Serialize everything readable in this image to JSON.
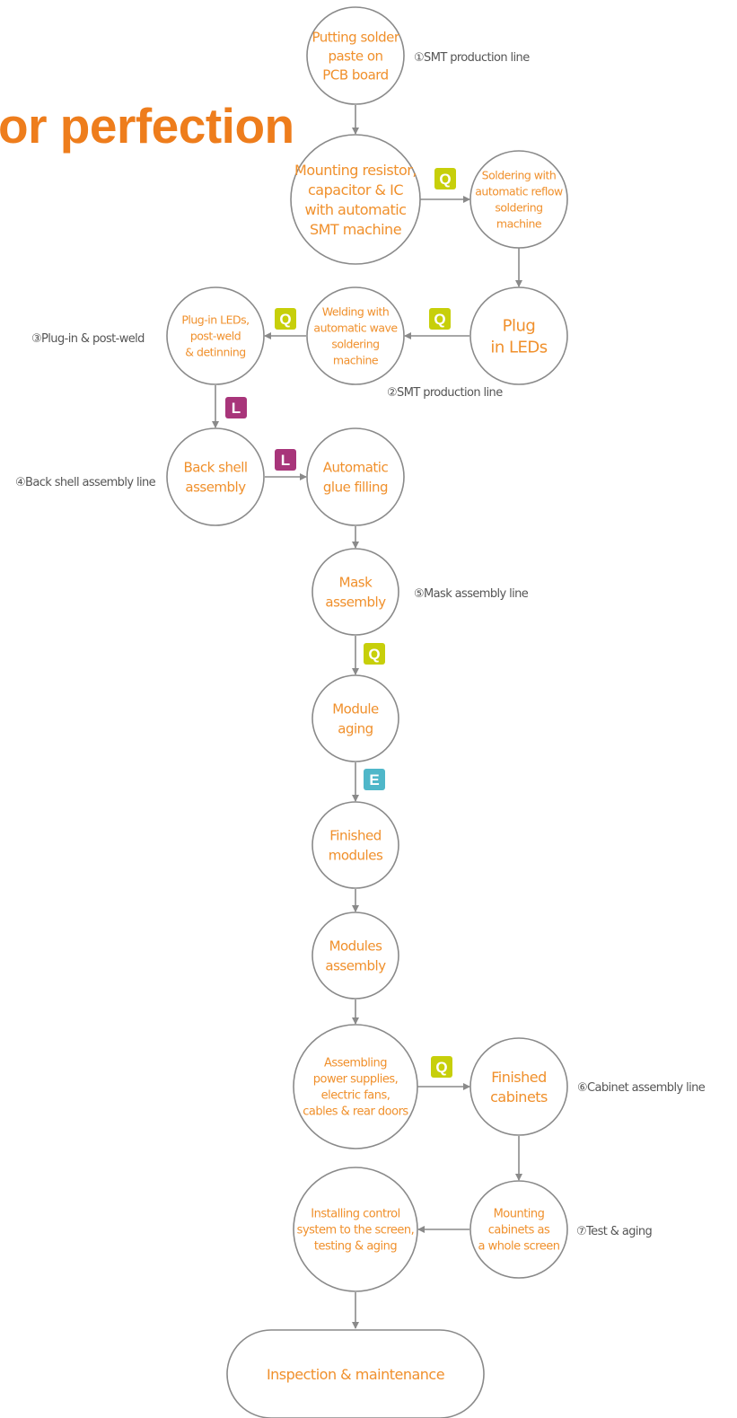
{
  "title": "or perfection",
  "colors": {
    "accent": "#ee7d1c",
    "node_text": "#f0902c",
    "stroke": "#8a8a8a",
    "badge_Q": "#c7cf0a",
    "badge_L": "#a8357a",
    "badge_E": "#4fb7c9"
  },
  "nodes": [
    {
      "id": "n1",
      "lines": [
        "Putting solder",
        "paste on",
        "PCB board"
      ]
    },
    {
      "id": "n2",
      "lines": [
        "Mounting resistor,",
        "capacitor & IC",
        "with automatic",
        "SMT machine"
      ]
    },
    {
      "id": "n3",
      "lines": [
        "Soldering with",
        "automatic reflow",
        "soldering",
        "machine"
      ]
    },
    {
      "id": "n4",
      "lines": [
        "Plug",
        "in LEDs"
      ]
    },
    {
      "id": "n5",
      "lines": [
        "Welding with",
        "automatic wave",
        "soldering",
        "machine"
      ]
    },
    {
      "id": "n6",
      "lines": [
        "Plug-in LEDs,",
        "post-weld",
        "& detinning"
      ]
    },
    {
      "id": "n7",
      "lines": [
        "Back shell",
        "assembly"
      ]
    },
    {
      "id": "n8",
      "lines": [
        "Automatic",
        "glue filling"
      ]
    },
    {
      "id": "n9",
      "lines": [
        "Mask",
        "assembly"
      ]
    },
    {
      "id": "n10",
      "lines": [
        "Module",
        "aging"
      ]
    },
    {
      "id": "n11",
      "lines": [
        "Finished",
        "modules"
      ]
    },
    {
      "id": "n12",
      "lines": [
        "Modules",
        "assembly"
      ]
    },
    {
      "id": "n13",
      "lines": [
        "Assembling",
        "power supplies,",
        "electric fans,",
        "cables & rear doors"
      ]
    },
    {
      "id": "n14",
      "lines": [
        "Finished",
        "cabinets"
      ]
    },
    {
      "id": "n15",
      "lines": [
        "Mounting",
        "cabinets as",
        "a whole screen"
      ]
    },
    {
      "id": "n16",
      "lines": [
        "Installing control",
        "system to the screen,",
        "testing & aging"
      ]
    },
    {
      "id": "n17",
      "lines": [
        "Inspection & maintenance"
      ]
    }
  ],
  "line_labels": [
    "①SMT production line",
    "②SMT production line",
    "③Plug-in & post-weld",
    "④Back shell assembly line",
    "⑤Mask assembly line",
    "⑥Cabinet assembly line",
    "⑦Test & aging"
  ],
  "badges": [
    "Q",
    "Q",
    "Q",
    "L",
    "L",
    "Q",
    "E",
    "Q"
  ]
}
